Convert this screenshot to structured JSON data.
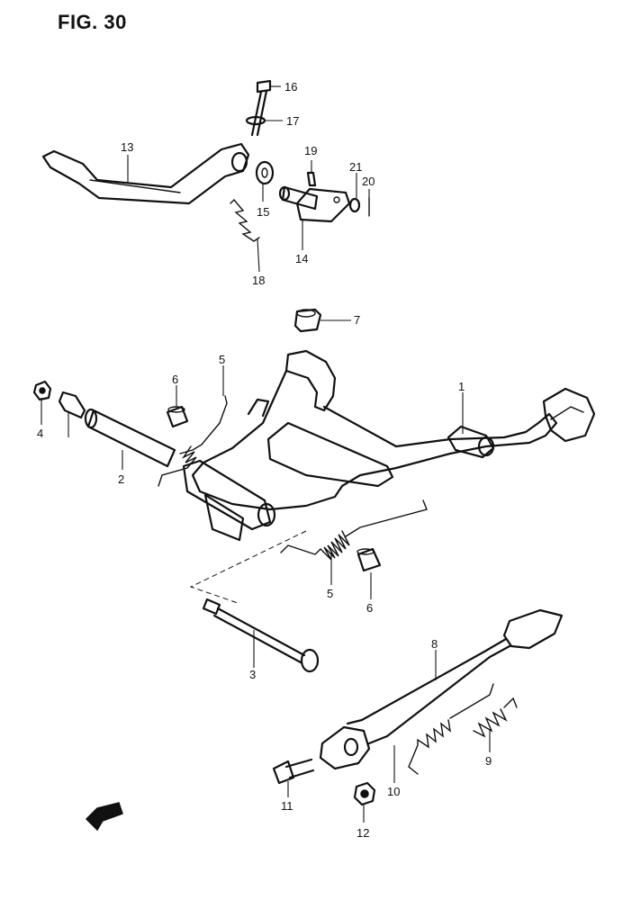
{
  "figure": {
    "title": "FIG. 30"
  },
  "callouts": [
    "1",
    "2",
    "3",
    "4",
    "5",
    "5",
    "6",
    "6",
    "7",
    "8",
    "9",
    "10",
    "11",
    "12",
    "13",
    "14",
    "15",
    "16",
    "17",
    "18",
    "19",
    "20",
    "21"
  ]
}
